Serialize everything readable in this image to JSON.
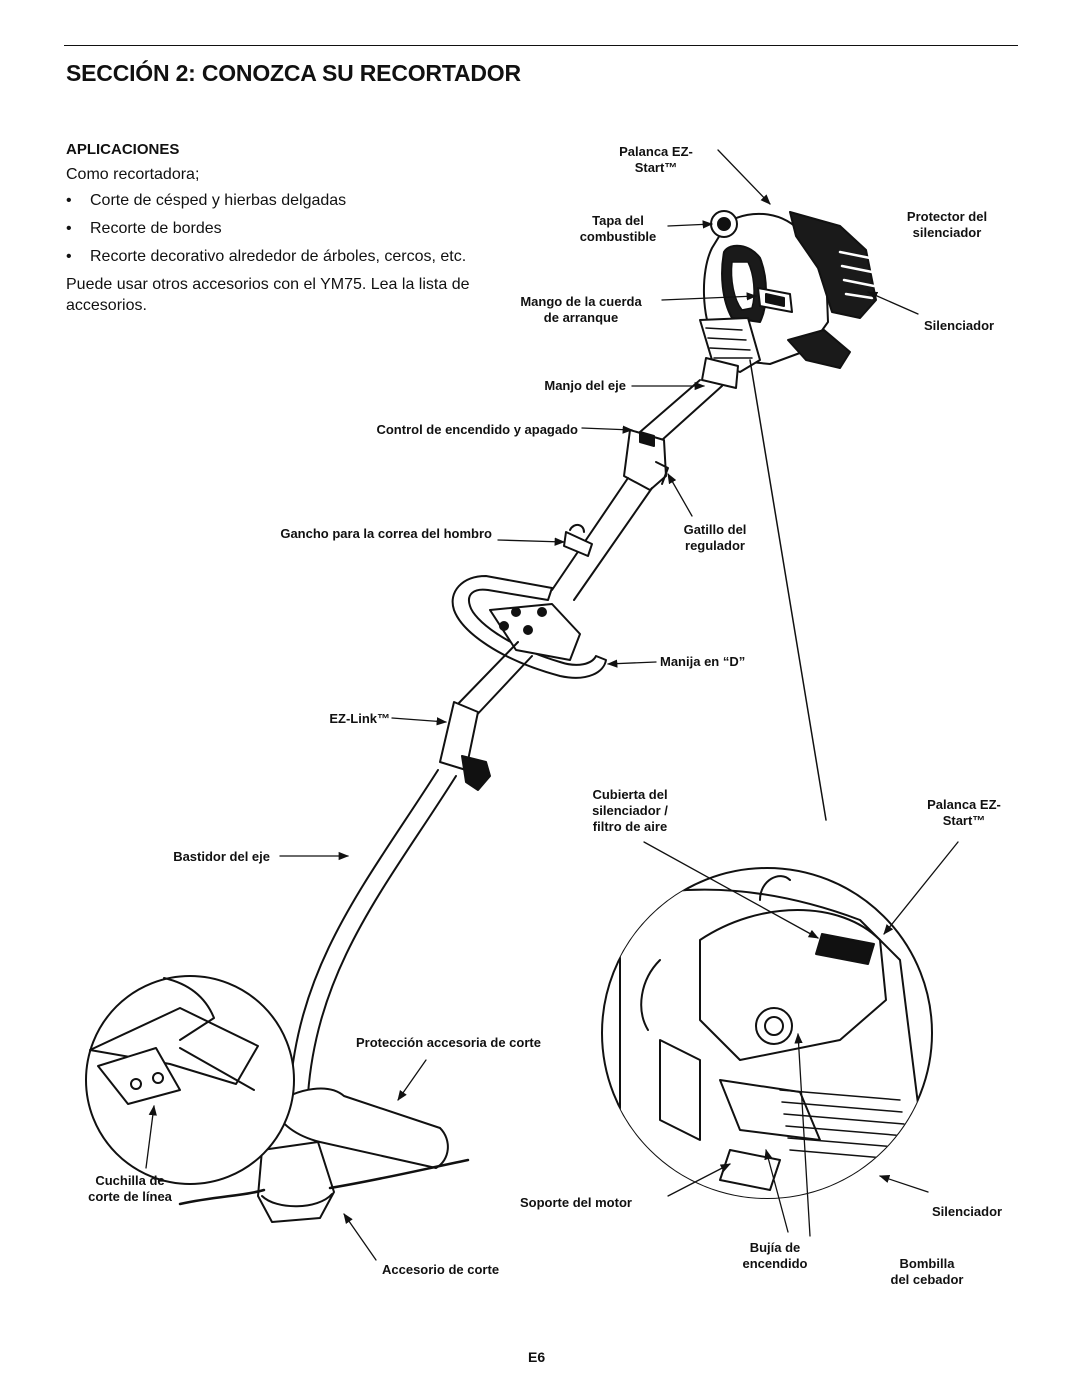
{
  "section_title": "SECCIÓN 2: CONOZCA SU RECORTADOR",
  "applications": {
    "heading": "APLICACIONES",
    "intro": "Como recortadora;",
    "bullet_symbol": "•",
    "items": [
      "Corte de césped y hierbas delgadas",
      "Recorte de bordes",
      "Recorte decorativo alrededor de árboles, cercos, etc."
    ],
    "note": "Puede usar otros accesorios con el YM75. Lea la lista de accesorios."
  },
  "labels": {
    "palanca_ez_start_top": [
      "Palanca EZ-",
      "Start™"
    ],
    "tapa_combustible": [
      "Tapa del",
      "combustible"
    ],
    "protector_silenciador": [
      "Protector del",
      "silenciador"
    ],
    "mango_cuerda": [
      "Mango de la cuerda",
      "de arranque"
    ],
    "silenciador_top": "Silenciador",
    "manjo_eje": "Manjo del eje",
    "control_encendido": "Control de encendido y apagado",
    "gancho_correa": "Gancho para la correa del hombro",
    "gatillo_regulador": [
      "Gatillo del",
      "regulador"
    ],
    "manija_d": "Manija en “D”",
    "ez_link": "EZ-Link™",
    "cubierta_silenciador": [
      "Cubierta del",
      "silenciador /",
      "filtro de aire"
    ],
    "palanca_ez_start_detail": [
      "Palanca EZ-",
      "Start™"
    ],
    "bastidor_eje": "Bastidor del eje",
    "proteccion_accesoria": "Protección accesoria de corte",
    "cuchilla_corte": [
      "Cuchilla de",
      "corte de línea"
    ],
    "soporte_motor": "Soporte del motor",
    "silenciador_detail": "Silenciador",
    "bujia_encendido": [
      "Bujía de",
      "encendido"
    ],
    "bombilla_cebador": [
      "Bombilla",
      "del cebador"
    ],
    "accesorio_corte": "Accesorio de corte"
  },
  "page_number": "E6"
}
